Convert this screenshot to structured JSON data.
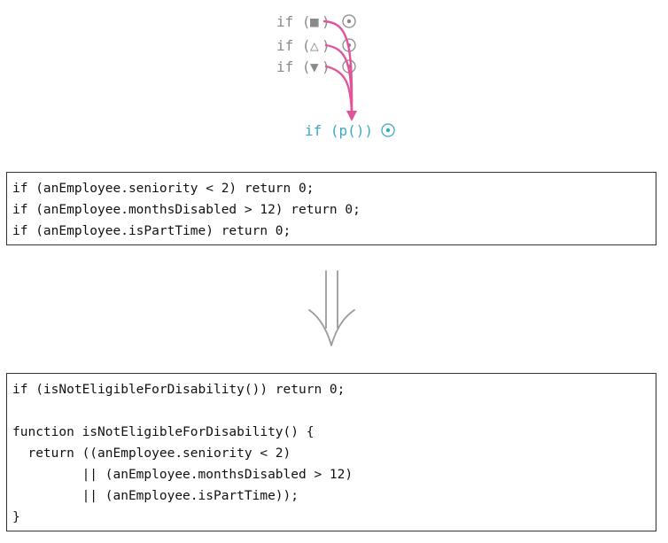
{
  "top_diagram": {
    "conditions": [
      {
        "prefix": "if (",
        "symbol": "■",
        "suffix": ")"
      },
      {
        "prefix": "if (",
        "symbol": "△",
        "suffix": ")"
      },
      {
        "prefix": "if (",
        "symbol": "▼",
        "suffix": ")"
      }
    ],
    "target": "if (p())",
    "colors": {
      "gray": "#8a8a8a",
      "target": "#3aa9c6",
      "arrow": "#e0559a"
    }
  },
  "before_code": {
    "lines": [
      "if (anEmployee.seniority < 2) return 0;",
      "if (anEmployee.monthsDisabled > 12) return 0;",
      "if (anEmployee.isPartTime) return 0;"
    ]
  },
  "transform_arrow": {
    "icon": "double-down-arrow-icon"
  },
  "after_code": {
    "lines": [
      "if (isNotEligibleForDisability()) return 0;",
      "",
      "function isNotEligibleForDisability() {",
      "  return ((anEmployee.seniority < 2)",
      "         || (anEmployee.monthsDisabled > 12)",
      "         || (anEmployee.isPartTime));",
      "}"
    ]
  }
}
